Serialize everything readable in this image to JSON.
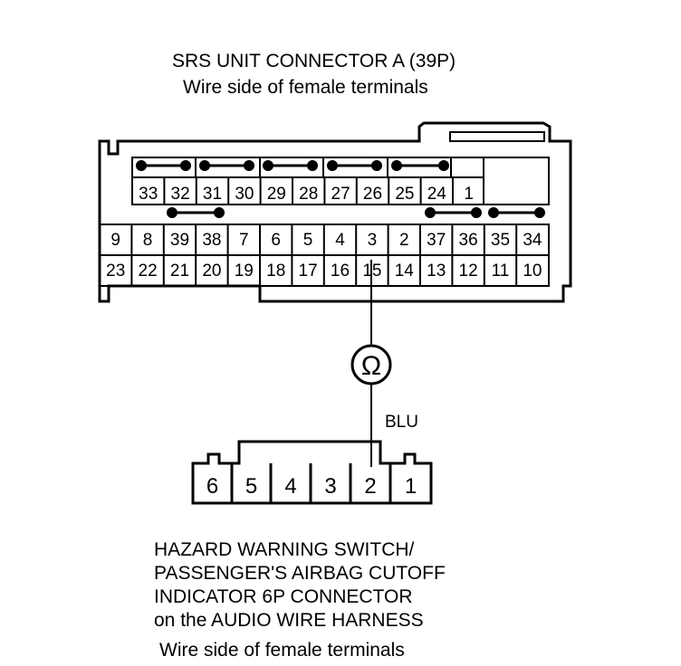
{
  "top_connector": {
    "title": "SRS UNIT CONNECTOR A (39P)",
    "subtitle": "Wire side of female terminals",
    "rows": [
      [
        "33",
        "32",
        "31",
        "30",
        "29",
        "28",
        "27",
        "26",
        "25",
        "24",
        "1"
      ],
      [
        "9",
        "8",
        "39",
        "38",
        "7",
        "6",
        "5",
        "4",
        "3",
        "2",
        "37",
        "36",
        "35",
        "34"
      ],
      [
        "23",
        "22",
        "21",
        "20",
        "19",
        "18",
        "17",
        "16",
        "15",
        "14",
        "13",
        "12",
        "11",
        "10"
      ]
    ]
  },
  "meter": {
    "symbol": "Ω"
  },
  "wire": {
    "color_label": "BLU"
  },
  "bottom_connector": {
    "title_lines": [
      "HAZARD WARNING SWITCH/",
      "PASSENGER'S AIRBAG CUTOFF",
      "INDICATOR 6P CONNECTOR",
      "on the AUDIO WIRE HARNESS"
    ],
    "subtitle": "Wire side of female terminals",
    "pins": [
      "6",
      "5",
      "4",
      "3",
      "2",
      "1"
    ]
  }
}
